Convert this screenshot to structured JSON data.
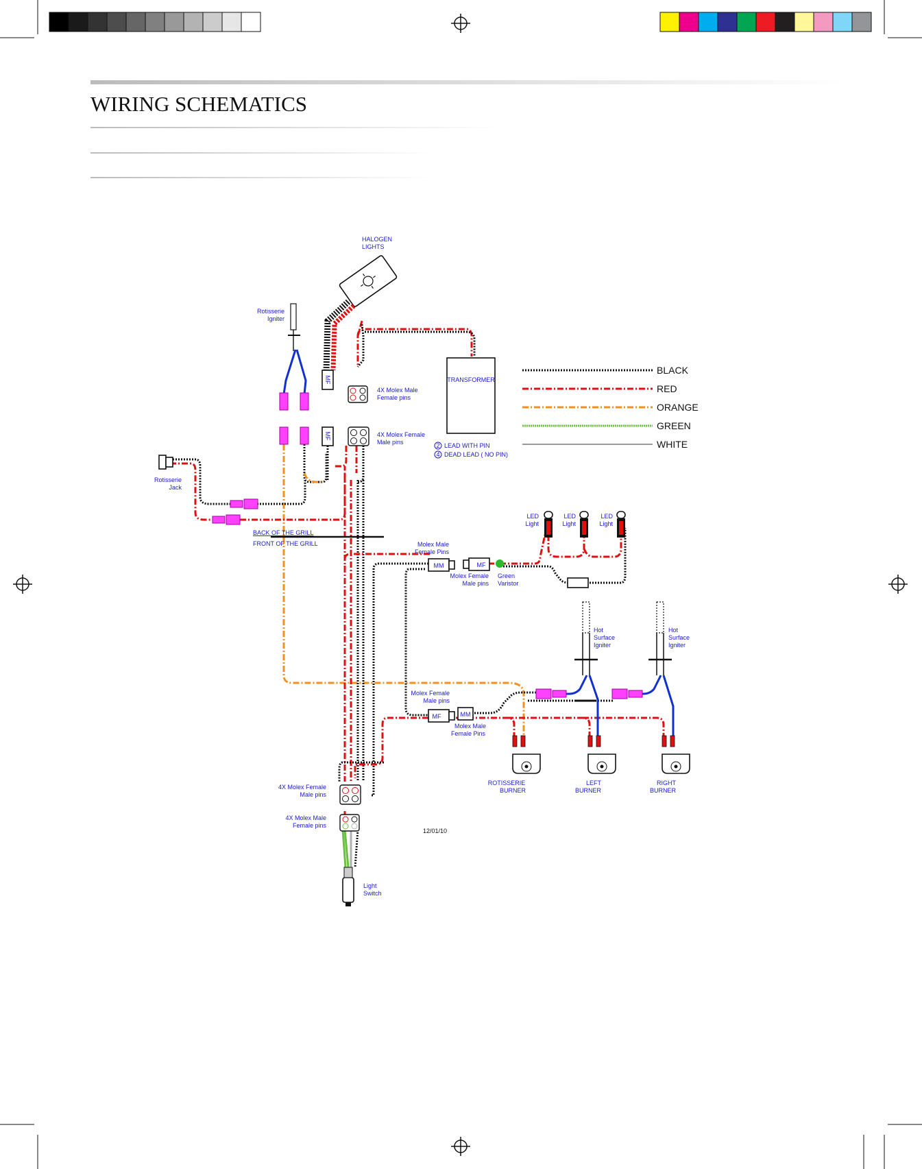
{
  "page": {
    "title": "WIRING SCHEMATICS"
  },
  "print_bar": {
    "gray_swatches": [
      "#000000",
      "#1a1a1a",
      "#333333",
      "#4d4d4d",
      "#666666",
      "#808080",
      "#999999",
      "#b3b3b3",
      "#cccccc",
      "#e6e6e6",
      "#ffffff"
    ],
    "color_swatches": [
      "#fff200",
      "#ec008c",
      "#00aeef",
      "#2e3192",
      "#00a651",
      "#ed1c24",
      "#231f20",
      "#fff799",
      "#f49ac1",
      "#7fd6f7",
      "#939598"
    ]
  },
  "legend": {
    "items": [
      {
        "name": "BLACK",
        "color": "#111111"
      },
      {
        "name": "RED",
        "color": "#e01010"
      },
      {
        "name": "ORANGE",
        "color": "#f39020"
      },
      {
        "name": "GREEN",
        "color": "#6cc040"
      },
      {
        "name": "WHITE",
        "color": "#b0b0b0"
      }
    ]
  },
  "labels": {
    "halogen": [
      "HALOGEN",
      "LIGHTS"
    ],
    "rot_igniter": [
      "Rotisserie",
      "Igniter"
    ],
    "molex_male_top": [
      "4X Molex Male",
      "Female pins"
    ],
    "molex_female_top": [
      "4X Molex Female",
      "Male pins"
    ],
    "transformer": "TRANSFORMER",
    "note_1": "LEAD WITH PIN",
    "note_2": "DEAD LEAD   ( NO PIN)",
    "note_1_num": "2",
    "note_2_num": "4",
    "mf_top": "MF",
    "mf_top2": "MF",
    "rot_jack": [
      "Rotisserie",
      "Jack"
    ],
    "back": "BACK OF THE GRILL",
    "front": "FRONT OF THE GRILL",
    "led": [
      "LED",
      "Light"
    ],
    "molex_male_female_pins": [
      "Molex Male",
      "Female Pins"
    ],
    "mm": "MM",
    "mf": "MF",
    "molex_female_male_pins_mid": [
      "Molex Female",
      "Male pins"
    ],
    "green_varistor": [
      "Green",
      "Varistor"
    ],
    "hsi": [
      "Hot",
      "Surface",
      "Igniter"
    ],
    "molex_female_male_pins_low": [
      "Molex Female",
      "Male pins"
    ],
    "molex_male_female_pins_low": [
      "Molex Male",
      "Female Pins"
    ],
    "mf_low": "MF",
    "mm_low": "MM",
    "rot_burner": [
      "ROTISSERIE",
      "BURNER"
    ],
    "left_burner": [
      "LEFT",
      "BURNER"
    ],
    "right_burner": [
      "RIGHT",
      "BURNER"
    ],
    "molex_female_bottom": [
      "4X Molex Female",
      "Male pins"
    ],
    "molex_male_bottom": [
      "4X Molex Male",
      "Female pins"
    ],
    "date": "12/01/10",
    "light_switch": [
      "Light",
      "Switch"
    ]
  }
}
